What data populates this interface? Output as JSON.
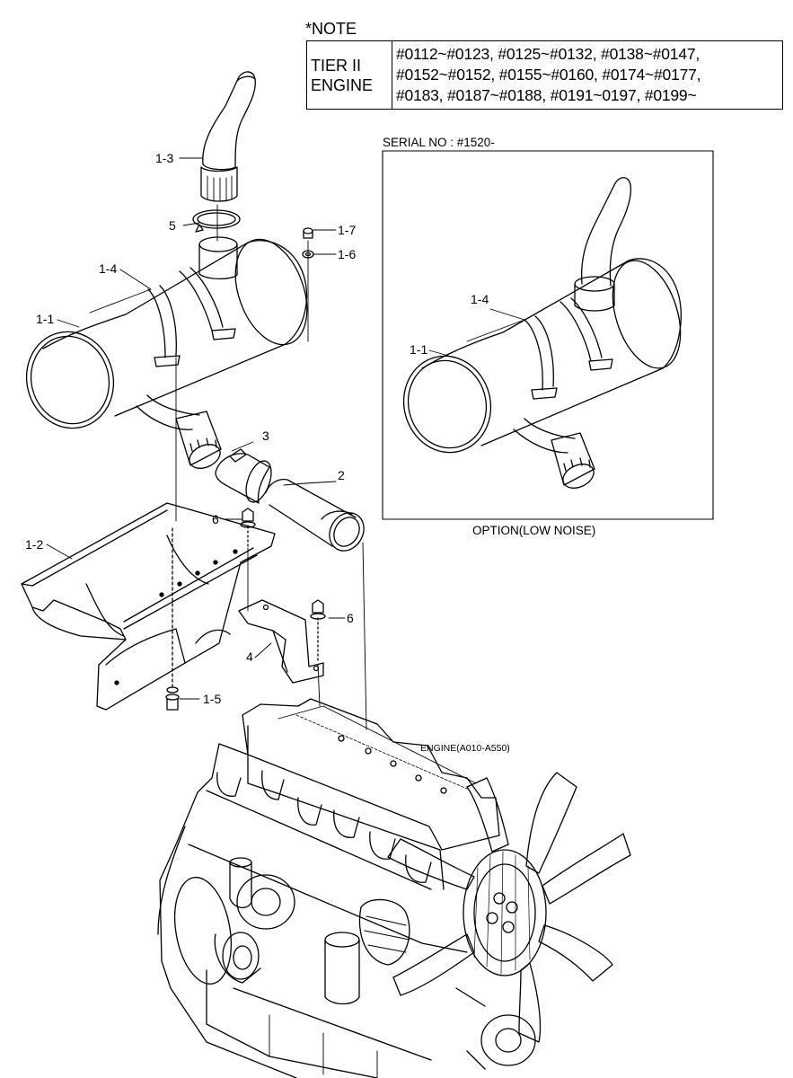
{
  "note": {
    "title": "*NOTE",
    "engine_label_line1": "TIER II",
    "engine_label_line2": "ENGINE",
    "serial_lines": [
      "#0112~#0123, #0125~#0132, #0138~#0147,",
      "#0152~#0152, #0155~#0160, #0174~#0177,",
      "#0183, #0187~#0188, #0191~0197, #0199~"
    ]
  },
  "inset": {
    "serial_label": "SERIAL NO : #1520-",
    "caption": "OPTION(LOW NOISE)",
    "callouts": [
      "1-4",
      "1-1"
    ]
  },
  "callouts": {
    "p1_3": "1-3",
    "p5": "5",
    "p1_7": "1-7",
    "p1_6": "1-6",
    "p1_4": "1-4",
    "p1_1": "1-1",
    "p3": "3",
    "p2": "2",
    "p6a": "6",
    "p1_2": "1-2",
    "p6b": "6",
    "p4": "4",
    "p1_5": "1-5"
  },
  "engine_label": "ENGINE(A010-A550)"
}
